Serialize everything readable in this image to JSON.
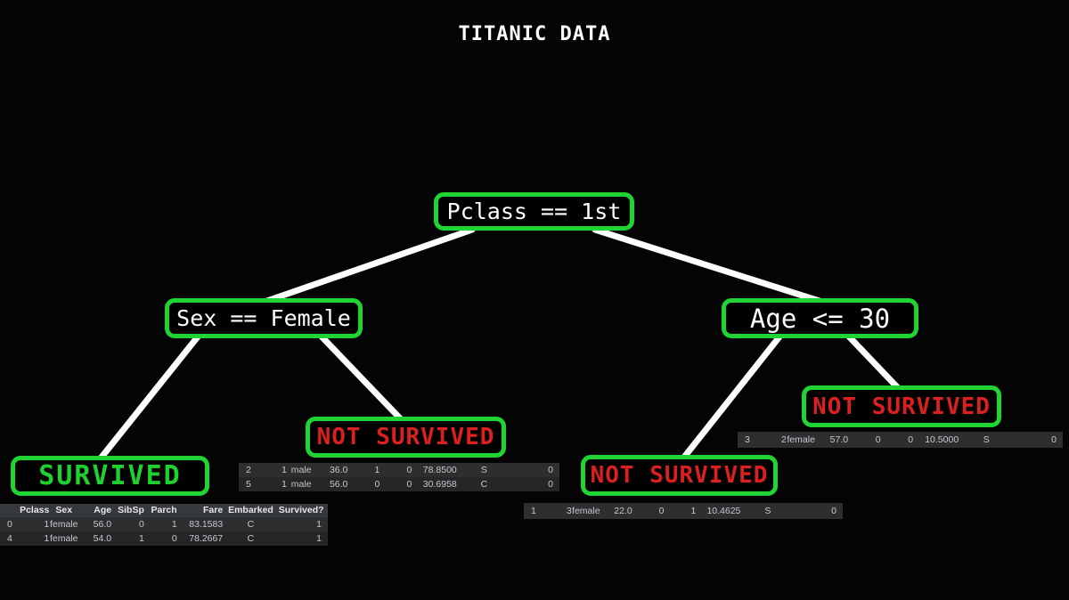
{
  "title": "TITANIC DATA",
  "colors": {
    "background": "#040404",
    "node_border_green": "#20d433",
    "survived_green": "#1ed12f",
    "not_survived_red": "#dc1f1f",
    "edge_white": "#ffffff",
    "table_header_bg": "#36393c",
    "table_row_bg": "#2c2e30"
  },
  "tree": {
    "root": {
      "label": "Pclass == 1st"
    },
    "left_child": {
      "label": "Sex == Female"
    },
    "right_child": {
      "label": "Age <= 30"
    },
    "leaf_survived": {
      "label": "SURVIVED"
    },
    "leaf_not_survived_middle": {
      "label": "NOT SURVIVED"
    },
    "leaf_not_survived_right": {
      "label": "NOT SURVIVED"
    },
    "leaf_not_survived_top": {
      "label": "NOT SURVIVED"
    }
  },
  "table_columns": [
    "",
    "Pclass",
    "Sex",
    "Age",
    "SibSp",
    "Parch",
    "Fare",
    "Embarked",
    "Survived?"
  ],
  "tables": {
    "survived_rows": [
      [
        "0",
        "1",
        "female",
        "56.0",
        "0",
        "1",
        "83.1583",
        "C",
        "1"
      ],
      [
        "4",
        "1",
        "female",
        "54.0",
        "1",
        "0",
        "78.2667",
        "C",
        "1"
      ]
    ],
    "not_survived_middle_rows": [
      [
        "2",
        "1",
        "male",
        "36.0",
        "1",
        "0",
        "78.8500",
        "S",
        "0"
      ],
      [
        "5",
        "1",
        "male",
        "56.0",
        "0",
        "0",
        "30.6958",
        "C",
        "0"
      ]
    ],
    "not_survived_right_rows": [
      [
        "1",
        "3",
        "female",
        "22.0",
        "0",
        "1",
        "10.4625",
        "S",
        "0"
      ]
    ],
    "not_survived_top_rows": [
      [
        "3",
        "2",
        "female",
        "57.0",
        "0",
        "0",
        "10.5000",
        "S",
        "0"
      ]
    ]
  }
}
